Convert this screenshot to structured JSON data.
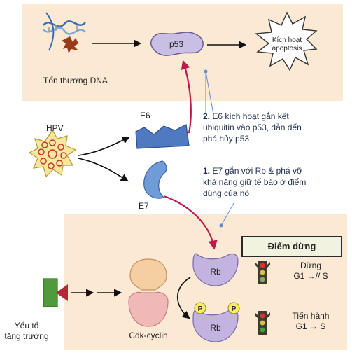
{
  "nodes": {
    "p53": "p53",
    "apoptosis": [
      "Kích hoạt",
      "apoptosis"
    ],
    "dna_damage": "Tổn thương DNA",
    "hpv": "HPV",
    "e6": "E6",
    "e7": "E7",
    "rb_top": "Rb",
    "rb_bottom": "Rb",
    "phosphate_left": "P",
    "phosphate_right": "P",
    "cdk_cyclin": "Cdk-cyclin",
    "growth_factor": [
      "Yếu tố",
      "tăng trưởng"
    ]
  },
  "notes": {
    "e6_note": {
      "number": "2.",
      "lines": [
        "E6 kích hoạt gắn kết",
        "ubiquitin vào p53, dẫn đến",
        "phá hủy p53"
      ]
    },
    "e7_note": {
      "number": "1.",
      "lines": [
        "E7 gắn với Rb & phá vỡ",
        "khả năng giữ tế bào ở điểm",
        "dùng của nó"
      ]
    }
  },
  "checkpoint": {
    "title": "Điểm dừng",
    "stop": [
      "Dừng",
      "G1 →// S"
    ],
    "proceed": [
      "Tiến hành",
      "G1 → S"
    ]
  },
  "colors": {
    "panel": "#fbe9d4",
    "p53": "#c9bfe4",
    "e6": "#4f79c0",
    "e7": "#6f9bd8",
    "rb": "#c2b3e0",
    "cdk_top": "#f3cfa2",
    "cdk_bottom": "#f0b9b7",
    "hpv_star": "#f5e6a0",
    "hpv_loops": "#c0392b",
    "phosphate": "#f7f05a",
    "growth_receptor": "#4f9a3a",
    "growth_ligand": "#b5283a",
    "pathway_arrow": "#c0184a",
    "annotation_line": "#5b8fd6"
  }
}
